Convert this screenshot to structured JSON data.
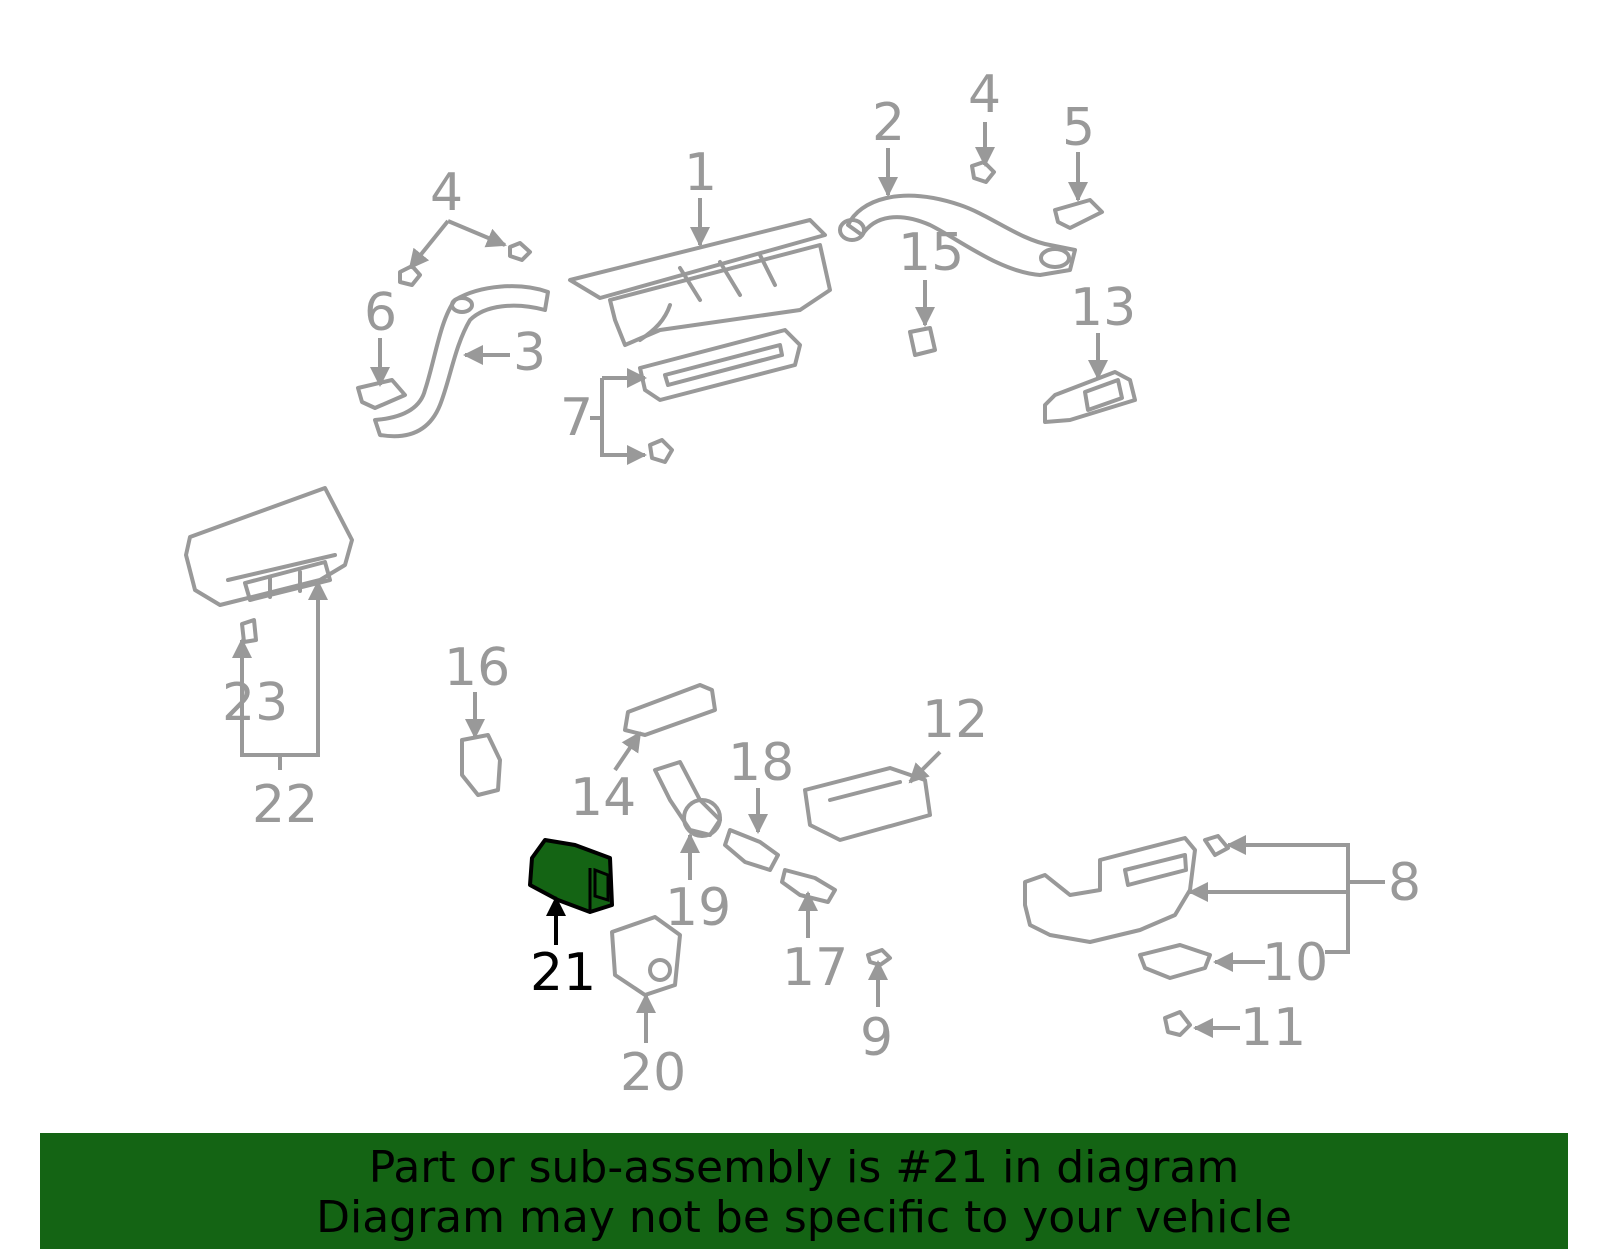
{
  "diagram": {
    "selected_part": "21",
    "callouts": [
      "1",
      "2",
      "3",
      "4",
      "4",
      "5",
      "6",
      "7",
      "8",
      "9",
      "10",
      "11",
      "12",
      "13",
      "14",
      "15",
      "16",
      "17",
      "18",
      "19",
      "20",
      "21",
      "22",
      "23"
    ],
    "colors": {
      "part_stroke": "#999999",
      "selected_fill": "#146414",
      "selected_label": "#000000"
    }
  },
  "banner": {
    "line1": "Part or sub-assembly is #21 in diagram",
    "line2": "Diagram may not be specific to your vehicle",
    "background": "#146414"
  }
}
